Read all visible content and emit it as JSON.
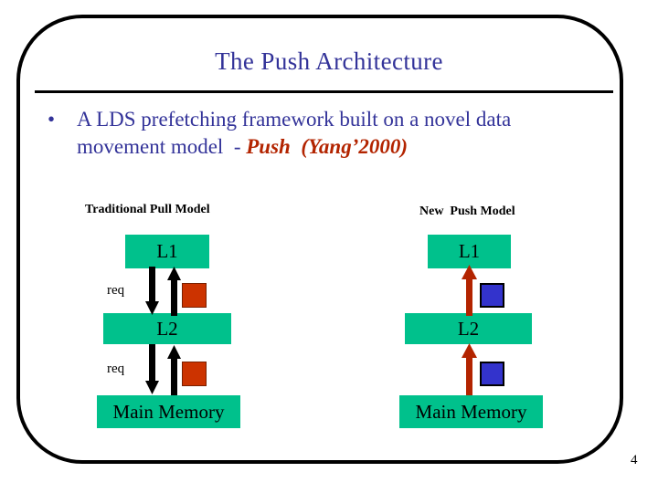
{
  "slide": {
    "title": "The Push Architecture",
    "page_number": "4",
    "bullet": {
      "marker": "•",
      "text_plain": "A LDS prefetching framework built on a novel data movement model  - Push  (Yang’2000)",
      "text_before": "A LDS prefetching framework built on a novel data movement model  - ",
      "text_accent": "Push  (Yang’2000)"
    },
    "colors": {
      "title": "#333399",
      "body": "#333399",
      "accent": "#b32400",
      "box_fill": "#00c18c",
      "arrow_black": "#000000",
      "arrow_red": "#b32400",
      "square_red": "#cc3300",
      "square_blue": "#3333cc",
      "frame": "#000000"
    }
  },
  "diagram": {
    "pull": {
      "caption": "Traditional Pull Model",
      "boxes": [
        {
          "label": "L1"
        },
        {
          "label": "L2"
        },
        {
          "label": "Main Memory"
        }
      ],
      "req_labels": [
        "req",
        "req"
      ],
      "arrows": [
        {
          "direction": "down",
          "color": "#000000",
          "from": "L1",
          "to": "L2"
        },
        {
          "direction": "up",
          "color": "#000000",
          "from": "L2",
          "to": "L1"
        },
        {
          "direction": "down",
          "color": "#000000",
          "from": "L2",
          "to": "Main Memory"
        },
        {
          "direction": "up",
          "color": "#000000",
          "from": "Main Memory",
          "to": "L2"
        }
      ],
      "data_blocks": [
        {
          "color": "#cc3300",
          "name": "data-block-upper"
        },
        {
          "color": "#cc3300",
          "name": "data-block-lower"
        }
      ]
    },
    "push": {
      "caption": "New  Push Model",
      "boxes": [
        {
          "label": "L1"
        },
        {
          "label": "L2"
        },
        {
          "label": "Main Memory"
        }
      ],
      "req_labels": [],
      "arrows": [
        {
          "direction": "up",
          "color": "#b32400",
          "from": "L2",
          "to": "L1"
        },
        {
          "direction": "up",
          "color": "#b32400",
          "from": "Main Memory",
          "to": "L2"
        }
      ],
      "data_blocks": [
        {
          "color": "#3333cc",
          "name": "data-block-upper"
        },
        {
          "color": "#3333cc",
          "name": "data-block-lower"
        }
      ]
    }
  }
}
